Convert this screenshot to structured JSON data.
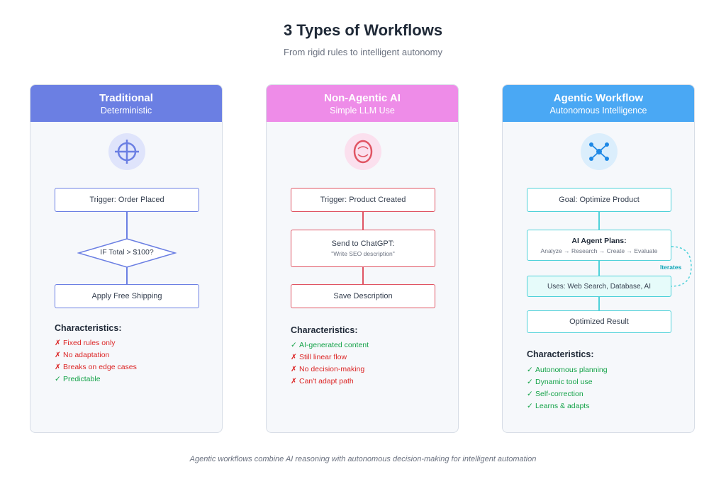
{
  "header": {
    "title": "3 Types of Workflows",
    "subtitle": "From rigid rules to intelligent autonomy"
  },
  "cards": {
    "traditional": {
      "title": "Traditional",
      "subtitle": "Deterministic",
      "color": "#6b7fe3",
      "icon": "crosshair-icon",
      "steps": {
        "trigger": "Trigger: Order Placed",
        "decision": "IF Total > $100?",
        "action": "Apply Free Shipping"
      },
      "characteristics_label": "Characteristics:",
      "characteristics": [
        {
          "mark": "✗",
          "text": "Fixed rules only",
          "positive": false
        },
        {
          "mark": "✗",
          "text": "No adaptation",
          "positive": false
        },
        {
          "mark": "✗",
          "text": "Breaks on edge cases",
          "positive": false
        },
        {
          "mark": "✓",
          "text": "Predictable",
          "positive": true
        }
      ]
    },
    "non_agentic": {
      "title": "Non-Agentic AI",
      "subtitle": "Simple LLM Use",
      "color": "#ee8ce8",
      "box_color": "#e05463",
      "icon": "smile-ring-icon",
      "steps": {
        "trigger": "Trigger: Product Created",
        "send": "Send to ChatGPT:",
        "prompt": "\"Write SEO description\"",
        "save": "Save Description"
      },
      "characteristics_label": "Characteristics:",
      "characteristics": [
        {
          "mark": "✓",
          "text": "AI-generated content",
          "positive": true
        },
        {
          "mark": "✗",
          "text": "Still linear flow",
          "positive": false
        },
        {
          "mark": "✗",
          "text": "No decision-making",
          "positive": false
        },
        {
          "mark": "✗",
          "text": "Can't adapt path",
          "positive": false
        }
      ]
    },
    "agentic": {
      "title": "Agentic Workflow",
      "subtitle": "Autonomous Intelligence",
      "color": "#4aa8f4",
      "box_color": "#4fd1d9",
      "icon": "network-nodes-icon",
      "steps": {
        "goal": "Goal: Optimize Product",
        "plans_title": "AI Agent Plans:",
        "plans_steps": "Analyze → Research → Create → Evaluate",
        "tools": "Uses: Web Search, Database, AI",
        "result": "Optimized Result",
        "loop_label": "Iterates"
      },
      "characteristics_label": "Characteristics:",
      "characteristics": [
        {
          "mark": "✓",
          "text": "Autonomous planning",
          "positive": true
        },
        {
          "mark": "✓",
          "text": "Dynamic tool use",
          "positive": true
        },
        {
          "mark": "✓",
          "text": "Self-correction",
          "positive": true
        },
        {
          "mark": "✓",
          "text": "Learns & adapts",
          "positive": true
        }
      ]
    }
  },
  "footer": {
    "note": "Agentic workflows combine AI reasoning with autonomous decision-making for intelligent automation"
  }
}
